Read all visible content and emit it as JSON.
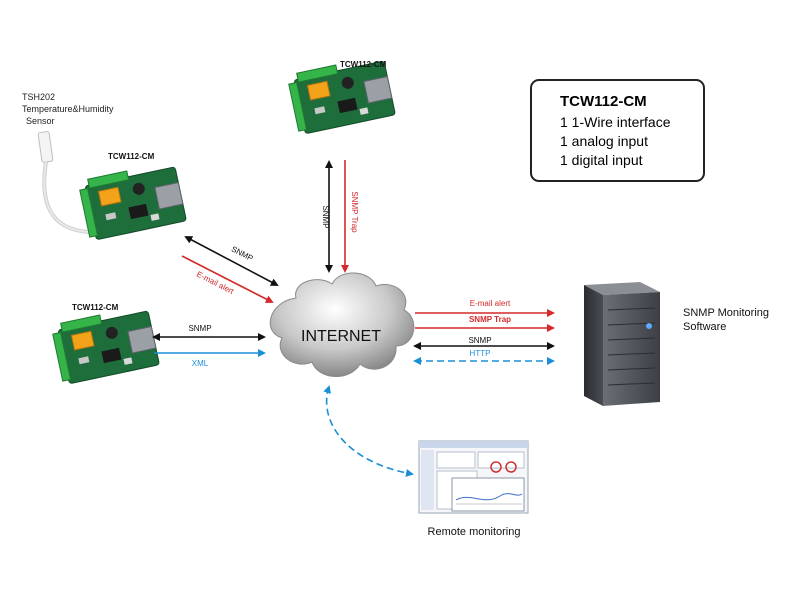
{
  "devices": [
    {
      "label": "TCW112-CM"
    },
    {
      "label": "TCW112-CM"
    },
    {
      "label": "TCW112-CM"
    }
  ],
  "sensor": {
    "lines": [
      "TSH202",
      "Temperature&Humidity",
      "Sensor"
    ]
  },
  "cloud": {
    "label": "INTERNET"
  },
  "links": {
    "top_snmp": "SNMP",
    "top_trap": "SNMP Trap",
    "mid_snmp": "SNMP",
    "mid_email": "E-mail alert",
    "bot_snmp": "SNMP",
    "bot_xml": "XML",
    "right_email": "E-mail alert",
    "right_trap": "SNMP Trap",
    "right_snmp": "SNMP",
    "right_http": "HTTP"
  },
  "server": {
    "lines": [
      "SNMP Monitoring",
      "Software"
    ]
  },
  "remote": {
    "label": "Remote monitoring"
  },
  "info": {
    "title": "TCW112-CM",
    "lines": [
      "1 1-Wire interface",
      "1 analog input",
      "1 digital input"
    ]
  },
  "colors": {
    "red": "#d42a2a",
    "black": "#111111",
    "blue": "#1a8fd8",
    "board": "#1e6e3c",
    "terminal": "#35b44a",
    "relay": "#f2a319"
  }
}
